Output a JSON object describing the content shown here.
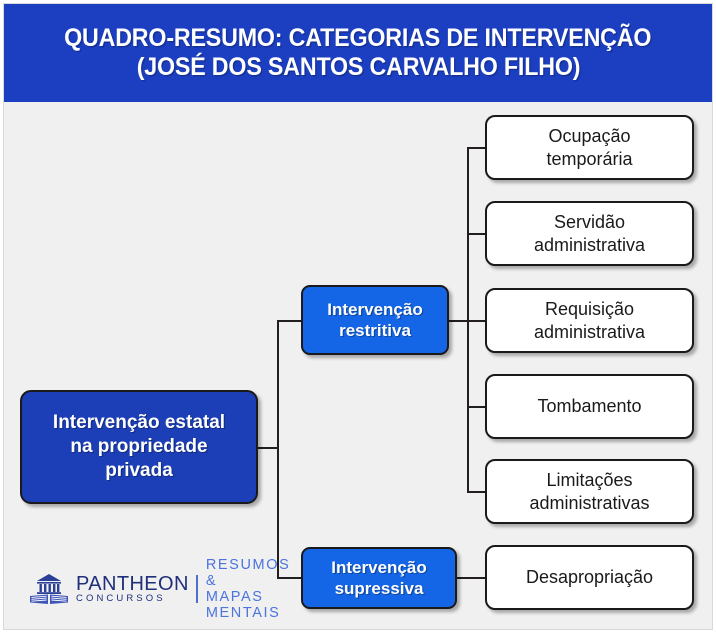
{
  "header": {
    "line1": "QUADRO-RESUMO: CATEGORIAS DE INTERVENÇÃO",
    "line2": "(JOSÉ DOS SANTOS CARVALHO FILHO)"
  },
  "colors": {
    "header_bg": "#1c3fc1",
    "root_node": "#1c3fb8",
    "branch_node": "#1566e6",
    "leaf_node": "#ffffff",
    "connector": "#231f20",
    "canvas_bg": "#f0f0f0",
    "logo_dark": "#1f2f7a",
    "logo_light": "#4b74dd"
  },
  "diagram": {
    "type": "tree",
    "root": {
      "label_line1": "Intervenção estatal",
      "label_line2": "na propriedade",
      "label_line3": "privada"
    },
    "branches": [
      {
        "id": "restritiva",
        "label_line1": "Intervenção",
        "label_line2": "restritiva",
        "leaves": [
          {
            "id": "ocupacao-temporaria",
            "line1": "Ocupação",
            "line2": "temporária"
          },
          {
            "id": "servidao-administrativa",
            "line1": "Servidão",
            "line2": "administrativa"
          },
          {
            "id": "requisicao-administrativa",
            "line1": "Requisição",
            "line2": "administrativa"
          },
          {
            "id": "tombamento",
            "line1": "Tombamento",
            "line2": ""
          },
          {
            "id": "limitacoes-administrativas",
            "line1": "Limitações",
            "line2": "administrativas"
          }
        ]
      },
      {
        "id": "supressiva",
        "label_line1": "Intervenção",
        "label_line2": "supressiva",
        "leaves": [
          {
            "id": "desapropriacao",
            "line1": "Desapropriação",
            "line2": ""
          }
        ]
      }
    ]
  },
  "logo": {
    "mark": "pantheon-building-book-icon",
    "pantheon": "PANTHEON",
    "concursos": "CONCURSOS",
    "resumos": "RESUMOS &",
    "mapas": "MAPAS MENTAIS"
  }
}
